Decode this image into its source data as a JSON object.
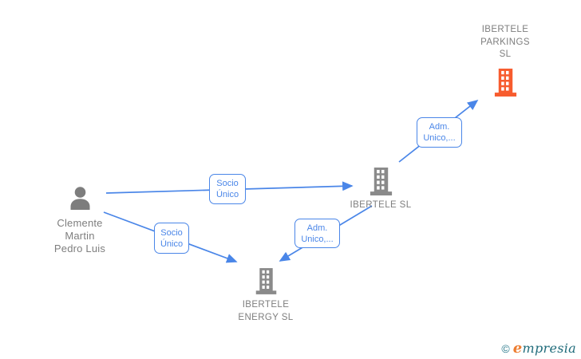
{
  "diagram_type": "corporate-ownership-graph",
  "colors": {
    "edge_blue": "#4a86e8",
    "company_icon_gray": "#8a8a8a",
    "company_icon_orange": "#f75c2e",
    "person_icon_gray": "#7d7d7d",
    "label_gray": "#7e7e7e",
    "connector_text_blue": "#4a86e8",
    "watermark_teal": "#2b7a8c",
    "watermark_orange": "#ed7d31"
  },
  "nodes": {
    "person": {
      "label_lines": [
        "Clemente",
        "Martin",
        "Pedro Luis"
      ],
      "icon": "person-icon"
    },
    "ibertele_sl": {
      "label_lines": [
        "IBERTELE SL"
      ],
      "icon": "building-icon"
    },
    "ibertele_parkings_sl": {
      "label_lines": [
        "IBERTELE",
        "PARKINGS",
        "SL"
      ],
      "icon": "building-icon"
    },
    "ibertele_energy_sl": {
      "label_lines": [
        "IBERTELE",
        "ENERGY SL"
      ],
      "icon": "building-icon"
    }
  },
  "edges": {
    "socio_unico_1": {
      "from": "Clemente Martin Pedro Luis",
      "to": "IBERTELE SL",
      "label_lines": [
        "Socio",
        "Único"
      ]
    },
    "socio_unico_2": {
      "from": "Clemente Martin Pedro Luis",
      "to": "IBERTELE ENERGY SL",
      "label_lines": [
        "Socio",
        "Único"
      ]
    },
    "adm_unico_1": {
      "from": "IBERTELE SL",
      "to": "IBERTELE PARKINGS SL",
      "label_lines": [
        "Adm.",
        "Unico,..."
      ]
    },
    "adm_unico_2": {
      "from": "IBERTELE SL",
      "to": "IBERTELE ENERGY SL",
      "label_lines": [
        "Adm.",
        "Unico,..."
      ]
    }
  },
  "watermark": {
    "copyright_symbol": "©",
    "brand_initial": "e",
    "brand_rest": "mpresia"
  }
}
